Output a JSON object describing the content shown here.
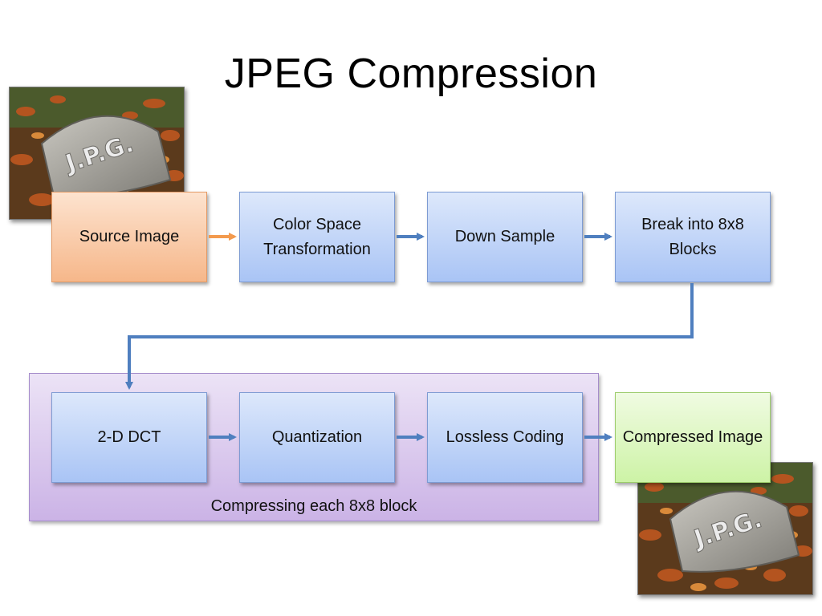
{
  "slide": {
    "title": "JPEG Compression"
  },
  "pipeline": {
    "source": "Source Image",
    "color_space": "Color Space Transformation",
    "down_sample": "Down Sample",
    "break_blocks": "Break into 8x8 Blocks",
    "dct": "2-D DCT",
    "quantization": "Quantization",
    "lossless": "Lossless Coding",
    "compressed": "Compressed Image"
  },
  "group": {
    "label": "Compressing each 8x8 block"
  },
  "photos": {
    "stone_text": "J.P.G."
  },
  "colors": {
    "arrow_blue": "#4f7fbf",
    "arrow_orange": "#f39a4e"
  }
}
